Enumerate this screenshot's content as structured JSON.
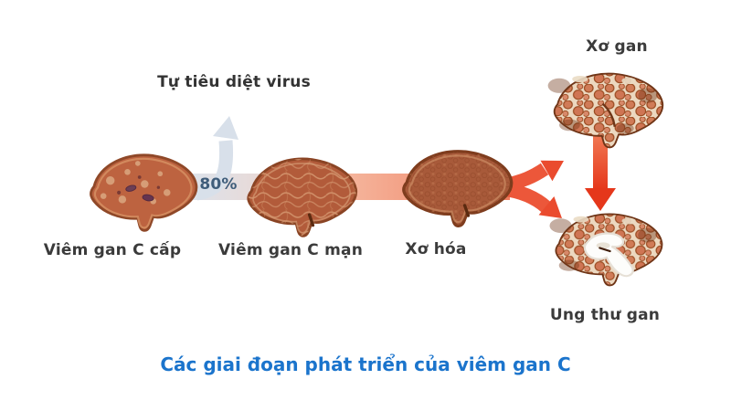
{
  "title": {
    "text": "Các giai đoạn phát triển của viêm gan C",
    "color": "#1b74cc"
  },
  "annotations": {
    "self_clear_label": "Tự tiêu diệt virus",
    "acute_to_chronic_rate": "80%"
  },
  "stages": [
    {
      "id": "acute",
      "label": "Viêm gan C cấp"
    },
    {
      "id": "chronic",
      "label": "Viêm gan C mạn"
    },
    {
      "id": "fibrosis",
      "label": "Xơ hóa"
    },
    {
      "id": "cirrhosis",
      "label": "Xơ gan"
    },
    {
      "id": "cancer",
      "label": "Ung thư gan"
    }
  ],
  "colors": {
    "title_text": "#1b74cc",
    "stage_label_text": "#3b3b3b",
    "rate_text": "#3f5d7a",
    "self_clear_arrow": "#d8e0ea",
    "progression_band_start": "#dce3ec",
    "progression_band_end": "#ee7d5f",
    "red_arrow": "#e8462c",
    "liver_body": "#bd6340",
    "liver_outline": "#8f4828",
    "cirrhotic_nodule": "#d07b57",
    "tumor": "#fdfdfb"
  }
}
